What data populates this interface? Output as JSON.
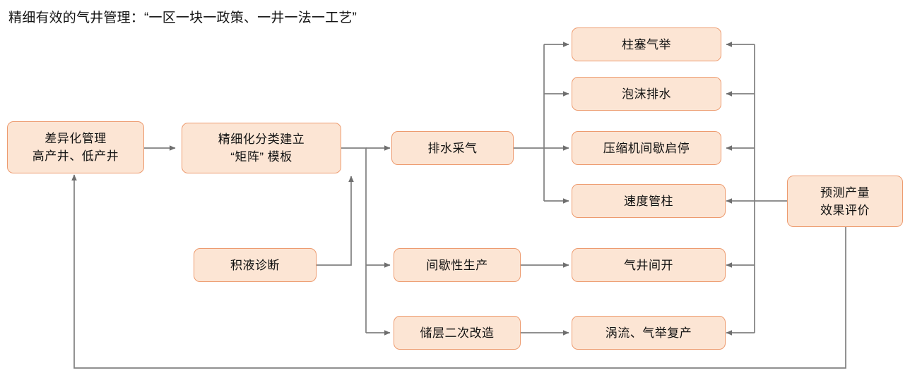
{
  "title": "精细有效的气井管理：“一区一块一政策、一井一法一工艺”",
  "colors": {
    "node_fill": "#fce5d4",
    "node_border": "#ed9b6f",
    "connector": "#808080",
    "text": "#111111",
    "background": "#ffffff"
  },
  "nodes": {
    "differentiated_management": {
      "line1": "差异化管理",
      "line2": "高产井、低产井"
    },
    "classification_matrix": {
      "line1": "精细化分类建立",
      "line2": "“矩阵” 模板"
    },
    "liquid_loading_diagnosis": {
      "line1": "积液诊断"
    },
    "dewatering_gas_production": {
      "line1": "排水采气"
    },
    "intermittent_production": {
      "line1": "间歇性生产"
    },
    "reservoir_restimulation": {
      "line1": "储层二次改造"
    },
    "plunger_lift": {
      "line1": "柱塞气举"
    },
    "foam_dewatering": {
      "line1": "泡沫排水"
    },
    "compressor_intermittent": {
      "line1": "压缩机间歇启停"
    },
    "velocity_string": {
      "line1": "速度管柱"
    },
    "well_intermittent_open": {
      "line1": "气井间开"
    },
    "vortex_gaslift_restore": {
      "line1": "涡流、气举复产"
    },
    "forecast_evaluation": {
      "line1": "预测产量",
      "line2": "效果评价"
    }
  },
  "connections": [
    {
      "from": "differentiated_management",
      "to": "classification_matrix"
    },
    {
      "from": "classification_matrix",
      "to": "dewatering_gas_production"
    },
    {
      "from": "classification_matrix",
      "to": "intermittent_production"
    },
    {
      "from": "classification_matrix",
      "to": "reservoir_restimulation"
    },
    {
      "from": "liquid_loading_diagnosis",
      "to": "classification_matrix"
    },
    {
      "from": "dewatering_gas_production",
      "to": "plunger_lift"
    },
    {
      "from": "dewatering_gas_production",
      "to": "foam_dewatering"
    },
    {
      "from": "dewatering_gas_production",
      "to": "compressor_intermittent"
    },
    {
      "from": "dewatering_gas_production",
      "to": "velocity_string"
    },
    {
      "from": "intermittent_production",
      "to": "well_intermittent_open"
    },
    {
      "from": "reservoir_restimulation",
      "to": "vortex_gaslift_restore"
    },
    {
      "from": "forecast_evaluation",
      "to": "plunger_lift"
    },
    {
      "from": "forecast_evaluation",
      "to": "foam_dewatering"
    },
    {
      "from": "forecast_evaluation",
      "to": "compressor_intermittent"
    },
    {
      "from": "forecast_evaluation",
      "to": "velocity_string"
    },
    {
      "from": "forecast_evaluation",
      "to": "well_intermittent_open"
    },
    {
      "from": "forecast_evaluation",
      "to": "vortex_gaslift_restore"
    },
    {
      "from": "forecast_evaluation",
      "to": "differentiated_management"
    }
  ]
}
